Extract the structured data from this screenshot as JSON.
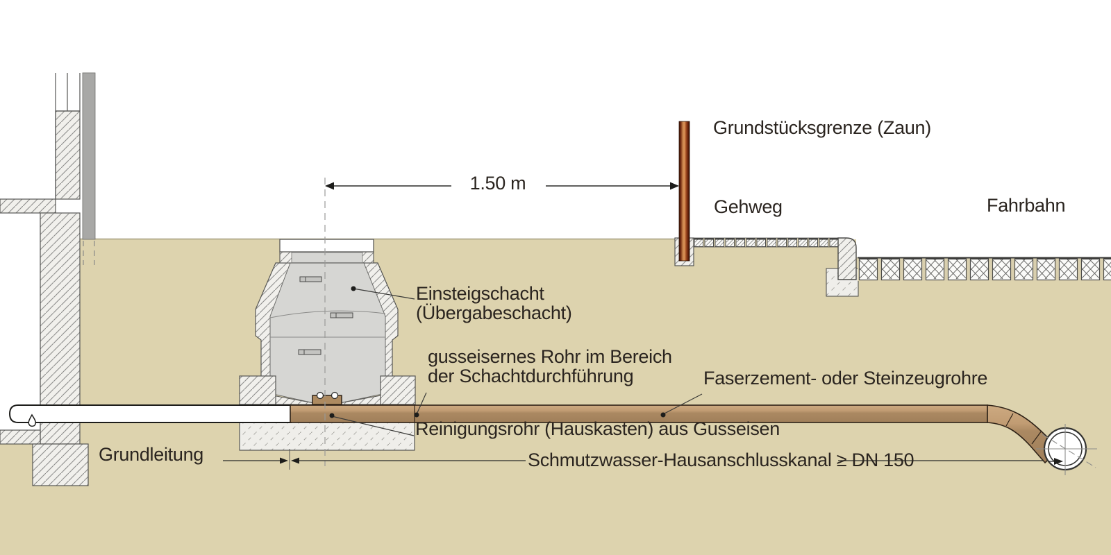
{
  "title": "Schmutzwasser-Hausanschluss Schema",
  "annotations": {
    "boundary": "Grundstücksgrenze (Zaun)",
    "sidewalk": "Gehweg",
    "roadway": "Fahrbahn",
    "distance": "1.50 m",
    "shaft_line1": "Einsteigschacht",
    "shaft_line2": "(Übergabeschacht)",
    "cast_iron_line1": "gusseisernes Rohr im Bereich",
    "cast_iron_line2": "der Schachtdurchführung",
    "pipes": "Faserzement- oder Steinzeugrohre",
    "cleaning": "Reinigungsrohr (Hauskasten) aus Gusseisen",
    "base_pipe": "Grundleitung",
    "sewer": "Schmutzwasser-Hausanschlusskanal ≥ DN 150"
  },
  "colors": {
    "ground": "#ddd3ae",
    "pipe_brown": "#a98862",
    "pipe_brown_light": "#c6a37a",
    "fence_brown": "#8a3a1a",
    "grass": "#1da039",
    "shaft_gray": "#d6d6d3",
    "facade_gray": "#a8a8a6",
    "hatch_bg": "#f1f0ec",
    "text": "#2a241f",
    "line": "#2a2a28"
  }
}
